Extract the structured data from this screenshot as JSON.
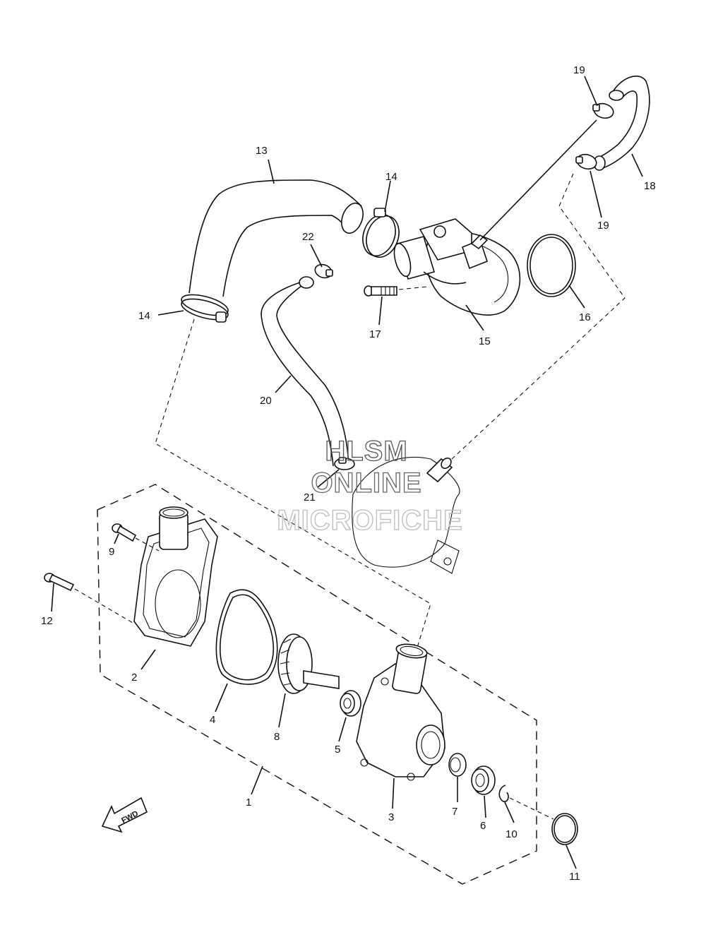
{
  "diagram": {
    "part_labels": [
      "1",
      "2",
      "3",
      "4",
      "5",
      "6",
      "7",
      "8",
      "9",
      "10",
      "11",
      "12",
      "13",
      "14",
      "14",
      "15",
      "16",
      "17",
      "18",
      "19",
      "19",
      "20",
      "21",
      "22"
    ],
    "fwd_arrow_label": "FWD"
  },
  "watermark": {
    "line1": "HLSM",
    "line2": "ONLINE",
    "line3": "MICROFICHE"
  }
}
